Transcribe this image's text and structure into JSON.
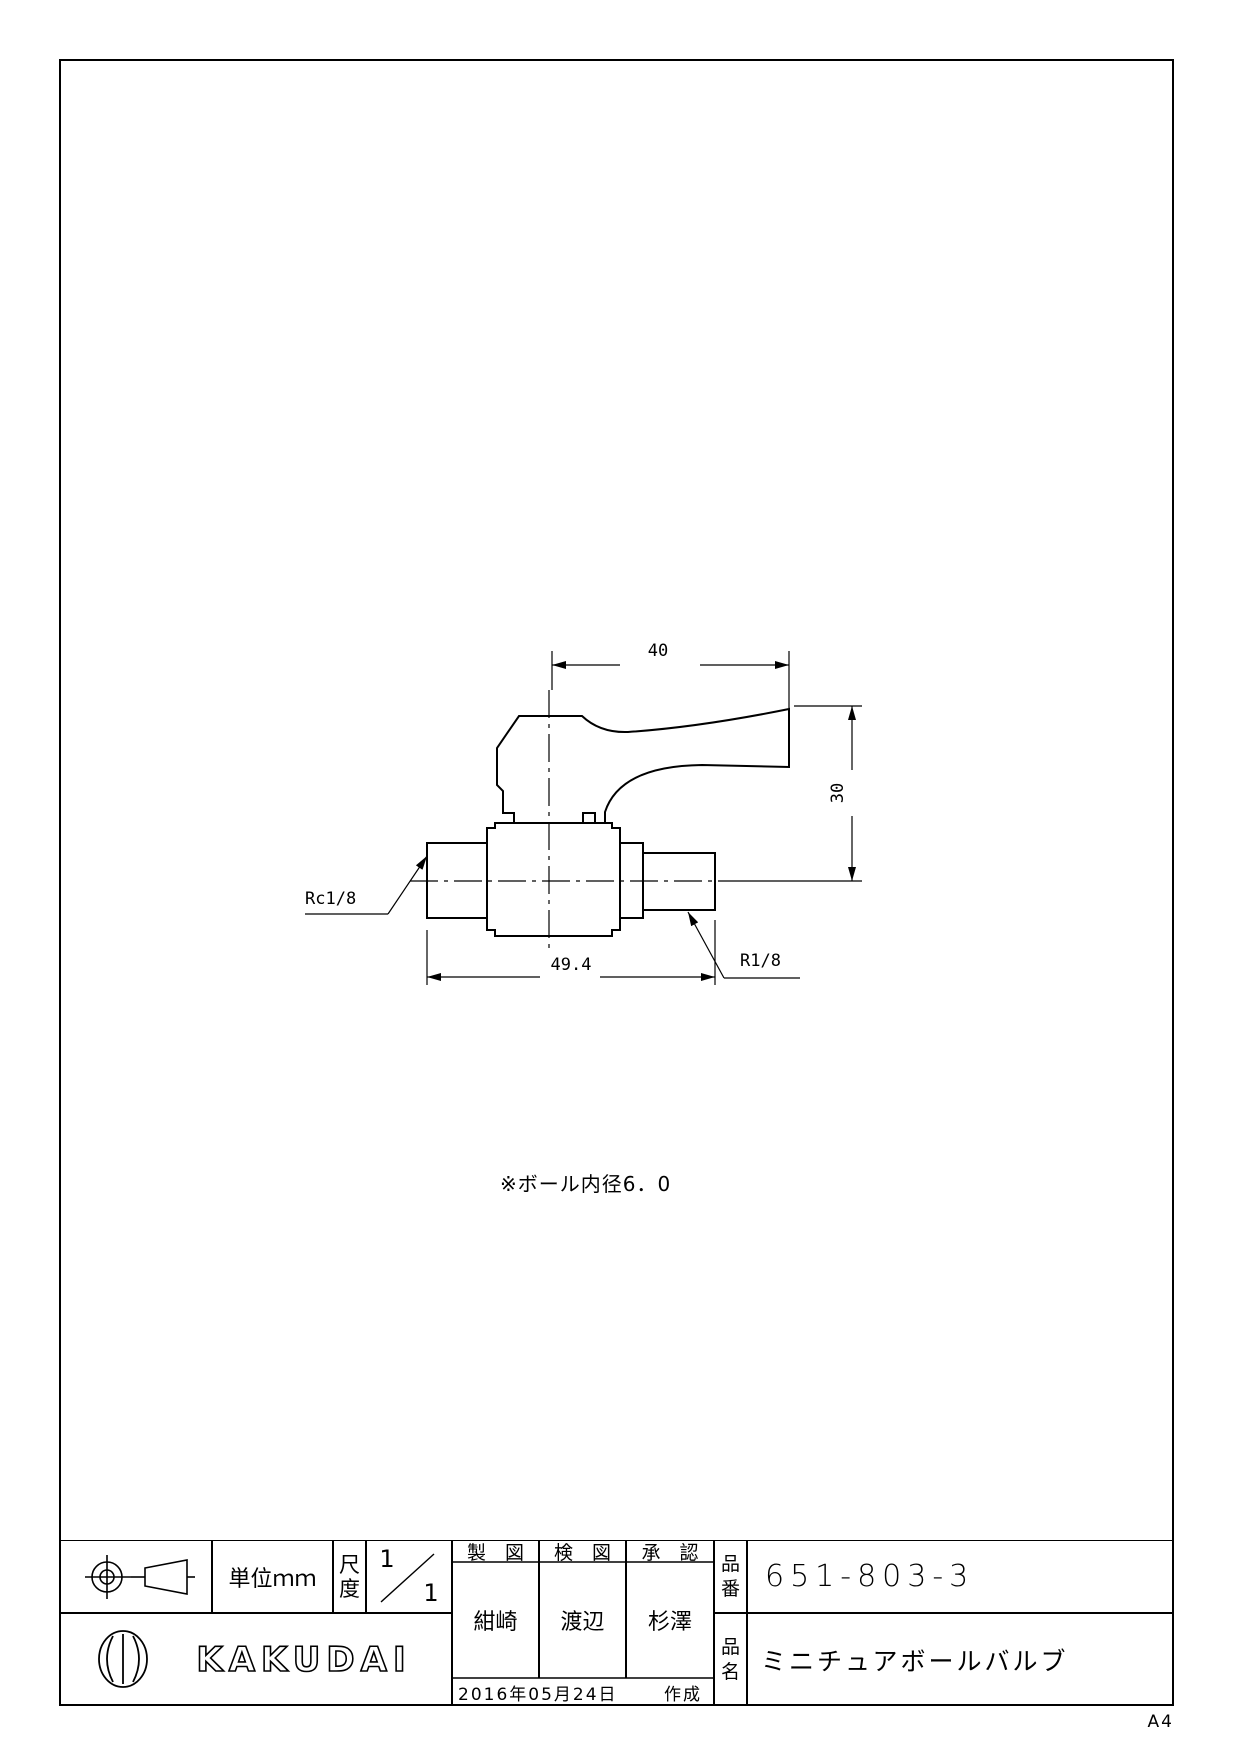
{
  "drawing": {
    "dimensions": {
      "handle_width": "40",
      "height": "30",
      "body_length": "49.4",
      "female_thread": "Rc1/8",
      "male_thread": "R1/8"
    },
    "note": "※ボール内径6．0"
  },
  "title_block": {
    "unit_label": "単位ｍｍ",
    "scale_label": "尺度",
    "scale_top": "1",
    "scale_bottom": "1",
    "drawn_label": "製　図",
    "checked_label": "検　図",
    "approved_label": "承　認",
    "drawn_by": "紺崎",
    "checked_by": "渡辺",
    "approved_by": "杉澤",
    "part_no_label": "品番",
    "part_no": "651-803-3",
    "part_name_label": "品名",
    "part_name": "ミニチュアボールバルブ",
    "company": "KAKUDAI",
    "date": "2016年05月24日",
    "created_label": "作成"
  },
  "sheet_size": "A4"
}
